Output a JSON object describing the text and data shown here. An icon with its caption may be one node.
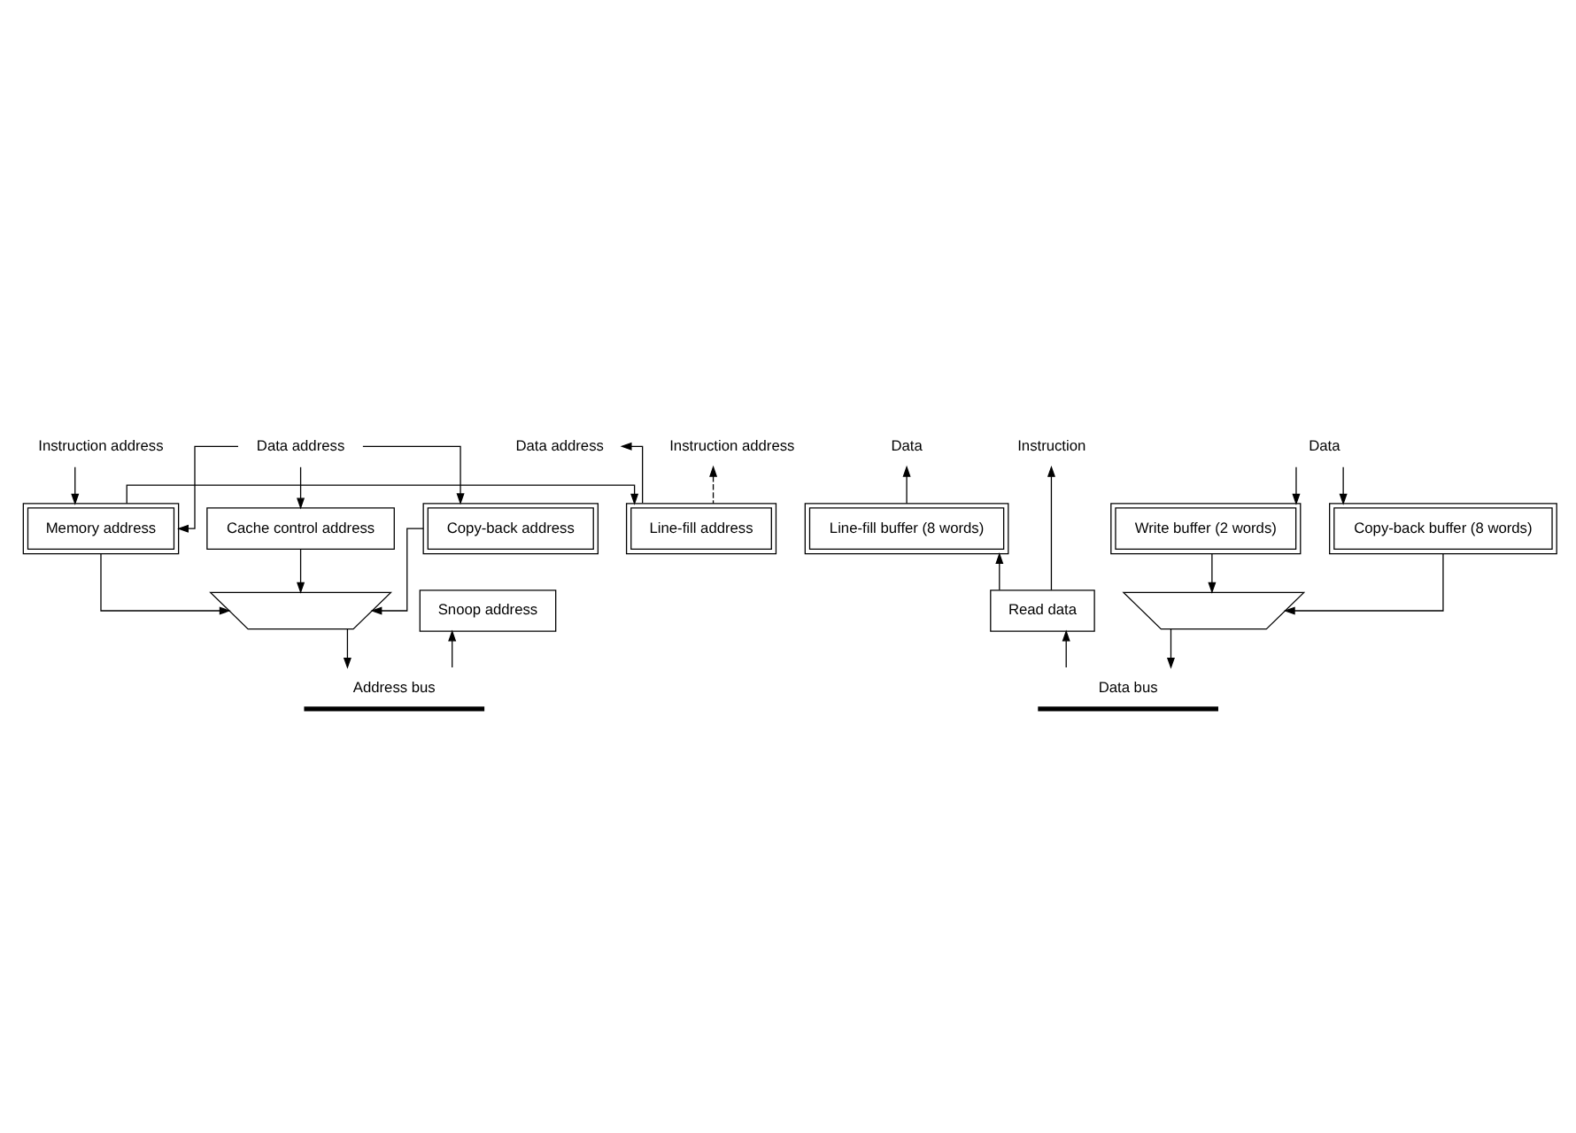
{
  "diagram": {
    "nodes": [
      {
        "text": [
          "Data address"
        ]
      },
      {
        "text": [
          "Instruction address"
        ]
      },
      {
        "text": [
          "Data address"
        ]
      },
      {
        "text": [
          "Instruction address"
        ]
      },
      {
        "text": [
          "Data"
        ]
      },
      {
        "text": [
          "Instruction"
        ]
      },
      {
        "text": [
          "Data"
        ]
      },
      {
        "text": [
          "Memory address"
        ]
      },
      {
        "text": [
          "Line-fill address"
        ]
      },
      {
        "text": [
          "Write buffer (2 words)"
        ]
      },
      {
        "text": [
          "Copy-back address"
        ]
      },
      {
        "text": [
          "Line-fill buffer (8 words)"
        ]
      },
      {
        "text": [
          "Copy-back buffer (8 words)"
        ]
      },
      {
        "text": [
          "Cache control address"
        ]
      },
      {
        "text": [],
        "shape": "trapezoid"
      },
      {
        "text": [],
        "shape": "trapezoid"
      },
      {
        "text": [
          "Snoop address"
        ]
      },
      {
        "text": [
          "Read data"
        ]
      },
      {
        "text": [
          "Address bus"
        ]
      },
      {
        "text": [
          "Data bus"
        ]
      }
    ],
    "edges": [
      {
        "from": 0,
        "to": 7,
        "arrow": "to"
      },
      {
        "from": 0,
        "to": 10,
        "arrow": "to"
      },
      {
        "from": 0,
        "to": 13,
        "arrow": "to"
      },
      {
        "from": 1,
        "to": 7,
        "arrow": "to"
      },
      {
        "from": 8,
        "to": 2,
        "arrow": "to"
      },
      {
        "from": 8,
        "to": 3,
        "arrow": "to",
        "style": "dashed"
      },
      {
        "from": 7,
        "to": 8,
        "arrow": "to"
      },
      {
        "from": 7,
        "to": 14,
        "arrow": "to"
      },
      {
        "from": 10,
        "to": 14,
        "arrow": "to"
      },
      {
        "from": 13,
        "to": 14,
        "arrow": "to"
      },
      {
        "from": 14,
        "to": 18,
        "arrow": "to"
      },
      {
        "from": 18,
        "to": 16,
        "arrow": "to"
      },
      {
        "from": 11,
        "to": 4,
        "arrow": "to"
      },
      {
        "from": 17,
        "to": 5,
        "arrow": "to"
      },
      {
        "from": 17,
        "to": 11,
        "arrow": "to"
      },
      {
        "from": 19,
        "to": 17,
        "arrow": "to"
      },
      {
        "from": 6,
        "to": 9,
        "arrow": "to"
      },
      {
        "from": 6,
        "to": 12,
        "arrow": "to"
      },
      {
        "from": 9,
        "to": 15,
        "arrow": "to"
      },
      {
        "from": 12,
        "to": 15,
        "arrow": "to"
      },
      {
        "from": 15,
        "to": 19,
        "arrow": "to"
      }
    ]
  }
}
